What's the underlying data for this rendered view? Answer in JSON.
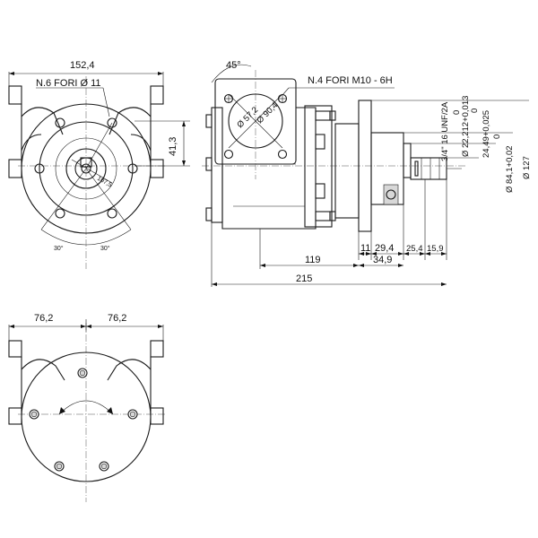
{
  "front_view": {
    "overall_width": "152,4",
    "holes_note": "N.6 FORI Ø 11",
    "shaft_height": "41,3",
    "angle_left": "30°",
    "angle_right": "30°",
    "small_radius": "107,5"
  },
  "side_view": {
    "flange_angle": "45°",
    "holes_note": "N.4 FORI M10 - 6H",
    "dia_inner": "Ø 57,2",
    "dia_outer": "Ø 90,4",
    "thread": "3/4\" 16 UNF/2A",
    "shaft_dia": "Ø 22,212+0,013",
    "shaft_dia_tol": "0",
    "step_dia": "24,49+0,025",
    "step_dia_tol": "0",
    "pilot_dia": "Ø 84,1+0,02",
    "pilot_dia_tol": "0",
    "flange_dia": "Ø 127",
    "dim_11": "11",
    "dim_29_4": "29,4",
    "dim_25_4": "25,4",
    "dim_15_9": "15,9",
    "dim_119": "119",
    "dim_34_9": "34,9",
    "dim_215": "215"
  },
  "rear_view": {
    "half_left": "76,2",
    "half_right": "76,2"
  }
}
